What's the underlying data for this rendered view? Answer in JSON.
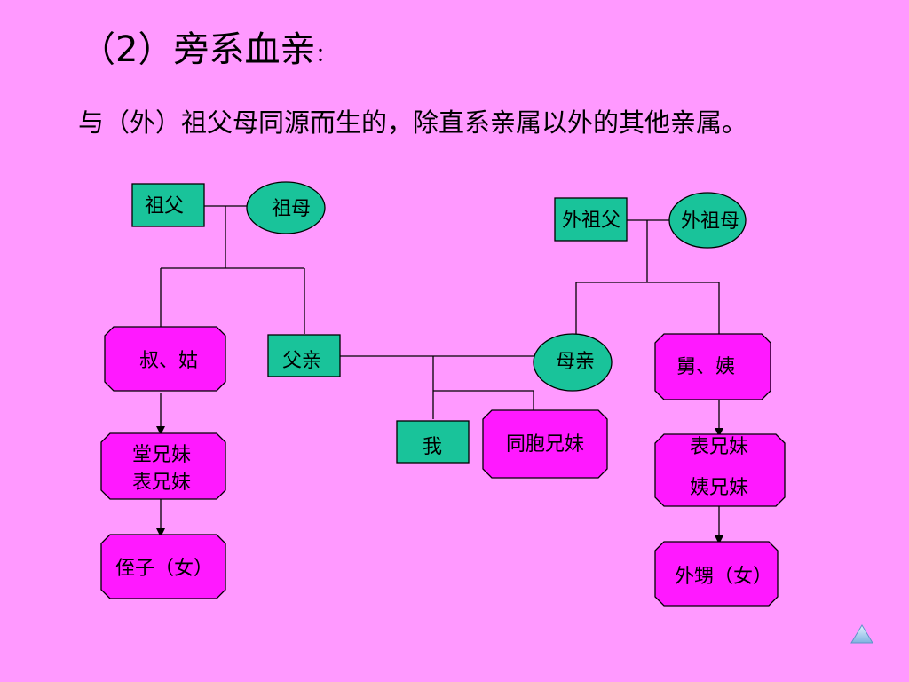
{
  "slide": {
    "title": "（2）旁系血亲",
    "title_colon": "：",
    "definition": "与（外）祖父母同源而生的，除直系亲属以外的其他亲属。"
  },
  "colors": {
    "background": "#ff99ff",
    "green_node": "#19c39a",
    "magenta_node": "#ff19ff",
    "line": "#000000",
    "nav": "#b0d4f0"
  },
  "nodes": {
    "grandfather": "祖父",
    "grandmother": "祖母",
    "uncle_aunt": "叔、姑",
    "father": "父亲",
    "cousins_paternal_1": "堂兄妹",
    "cousins_paternal_2": "表兄妹",
    "nephew_niece": "侄子（女）",
    "me": "我",
    "siblings": "同胞兄妹",
    "mother": "母亲",
    "maternal_grandfather": "外祖父",
    "maternal_grandmother": "外祖母",
    "maternal_uncle_aunt": "舅、姨",
    "cousins_maternal_1": "表兄妹",
    "cousins_maternal_2": "姨兄妹",
    "sister_children": "外甥（女）"
  },
  "icons": {
    "nav": "triangle-up-icon"
  }
}
